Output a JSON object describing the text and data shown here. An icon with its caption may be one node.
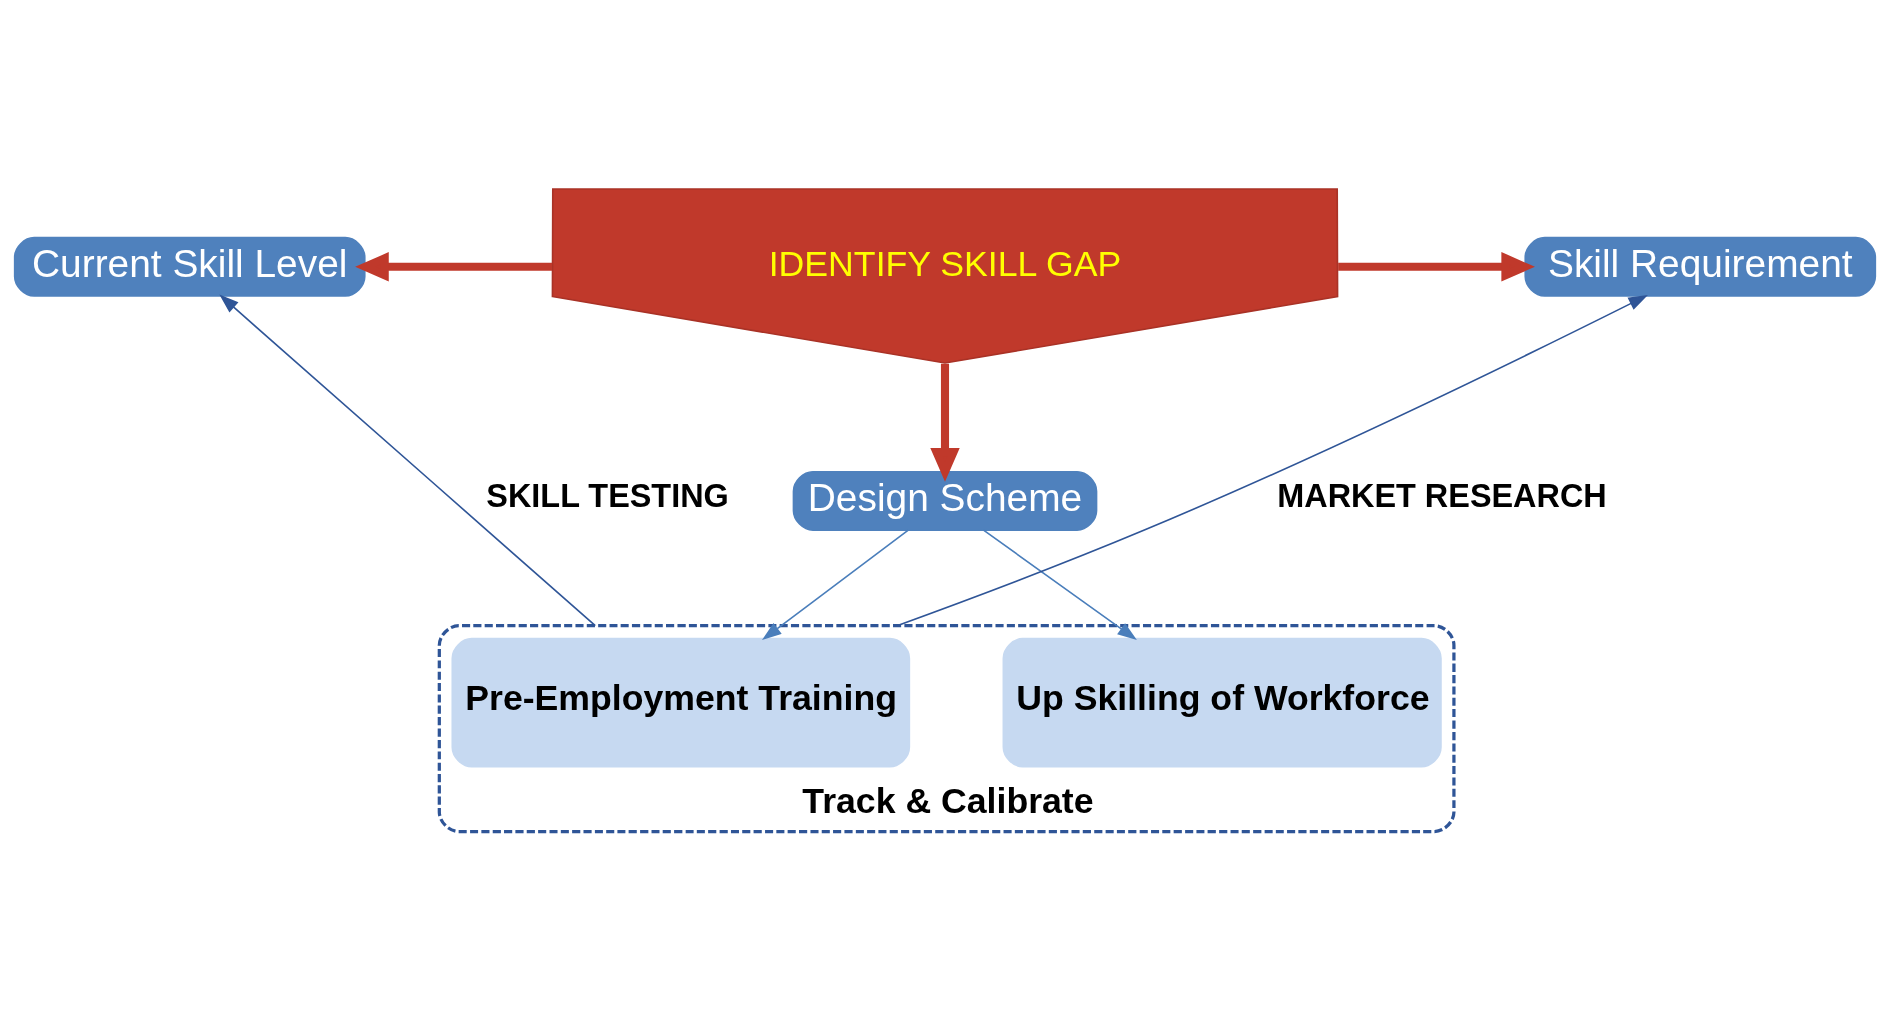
{
  "diagram": {
    "nodes": [
      {
        "text": [
          "Current Skill Level"
        ]
      },
      {
        "text": [
          "IDENTIFY SKILL GAP"
        ]
      },
      {
        "text": [
          "Skill Requirement"
        ]
      },
      {
        "text": [
          "Design Scheme"
        ]
      },
      {
        "text": [
          "Track & Calibrate"
        ]
      },
      {
        "text": [
          "Pre-Employment Training"
        ],
        "in": 4
      },
      {
        "text": [
          "Up Skilling of Workforce"
        ],
        "in": 4
      }
    ],
    "edges": [
      {
        "from": 1,
        "to": 0,
        "arrow": "to",
        "style": "thick",
        "color": "#c0392b"
      },
      {
        "from": 1,
        "to": 2,
        "arrow": "to",
        "style": "thick",
        "color": "#c0392b"
      },
      {
        "from": 1,
        "to": 3,
        "arrow": "to",
        "style": "thick",
        "color": "#c0392b"
      },
      {
        "from": 3,
        "to": 5,
        "arrow": "to",
        "color": "#4a7ebb"
      },
      {
        "from": 3,
        "to": 6,
        "arrow": "to",
        "color": "#4a7ebb"
      },
      {
        "from": 4,
        "to": 0,
        "arrow": "to",
        "label": "SKILL TESTING",
        "color": "#2f5597"
      },
      {
        "from": 4,
        "to": 2,
        "arrow": "to",
        "label": "MARKET RESEARCH",
        "color": "#2f5597"
      }
    ]
  }
}
